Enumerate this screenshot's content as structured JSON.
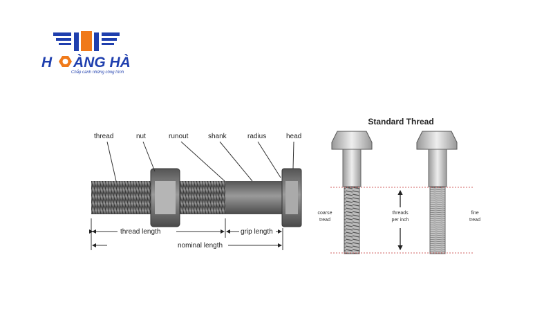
{
  "logo": {
    "brand": "HOÀNG HÀ",
    "tagline": "Chắp cánh những công trình"
  },
  "left_diagram": {
    "part_labels": [
      "thread",
      "nut",
      "runout",
      "shank",
      "radius",
      "head"
    ],
    "dimensions": {
      "thread_length": "thread length",
      "grip_length": "grip length",
      "nominal_length": "nominal length"
    }
  },
  "right_diagram": {
    "title": "Standard Thread",
    "coarse_label_1": "coarse",
    "coarse_label_2": "tread",
    "tpi_label_1": "threads",
    "tpi_label_2": "per inch",
    "fine_label_1": "fine",
    "fine_label_2": "tread"
  },
  "colors": {
    "logo_blue": "#1f3fae",
    "logo_orange": "#f07a1a",
    "bolt_dark": "#6d6d6d",
    "bolt_light": "#d8d8d8",
    "guide_red": "#d06060"
  }
}
